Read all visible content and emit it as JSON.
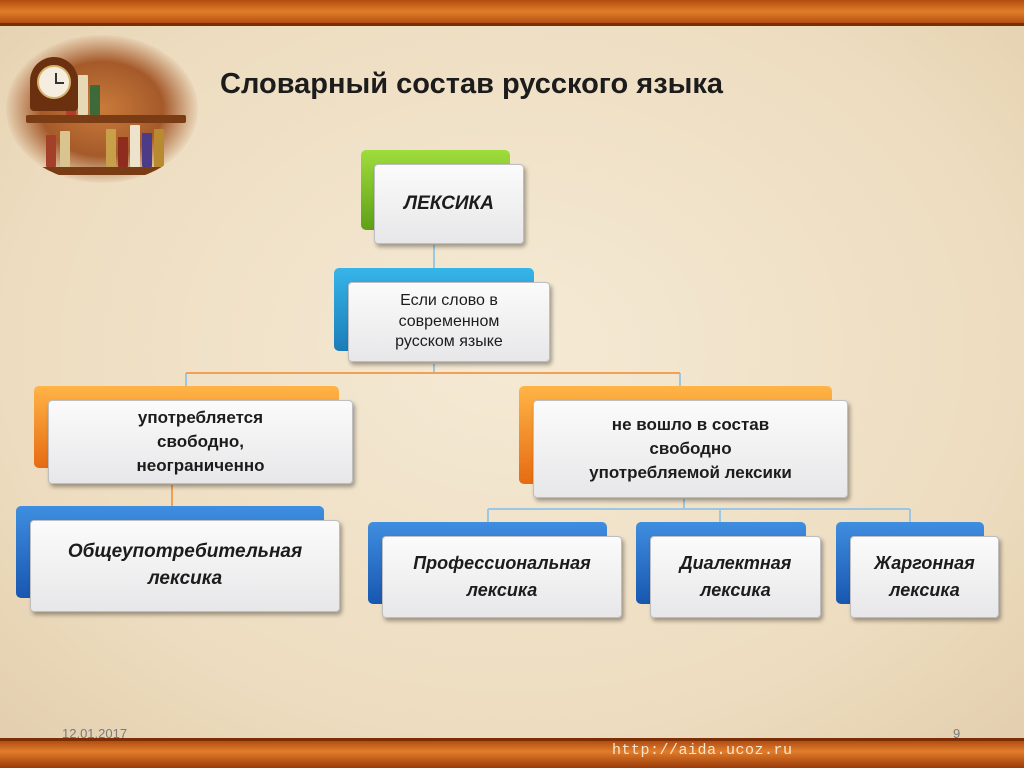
{
  "title": "Словарный состав русского языка",
  "nodes": {
    "root": "ЛЕКСИКА",
    "condition": "Если слово в\nсовременном\nрусском языке",
    "used_freely": "употребляется\nсвободно,\nнеограниченно",
    "not_included": "не вошло в состав\nсвободно\nупотребляемой  лексики",
    "common": "Общеупотребительная\nлексика",
    "professional": "Профессиональная\nлексика",
    "dialect": "Диалектная\nлексика",
    "jargon": "Жаргонная\nлексика"
  },
  "footer": {
    "date": "12.01.2017",
    "page": "9",
    "url": "http://aida.ucoz.ru"
  },
  "colors": {
    "level1": "#7cc22a",
    "level2": "#28a0d8",
    "level3": "#f39a2e",
    "level4": "#2f74cc",
    "connector": "#9bc7e3",
    "connector_orange": "#f0a057"
  },
  "icons": [
    "clock-icon",
    "bookshelf-icon"
  ]
}
